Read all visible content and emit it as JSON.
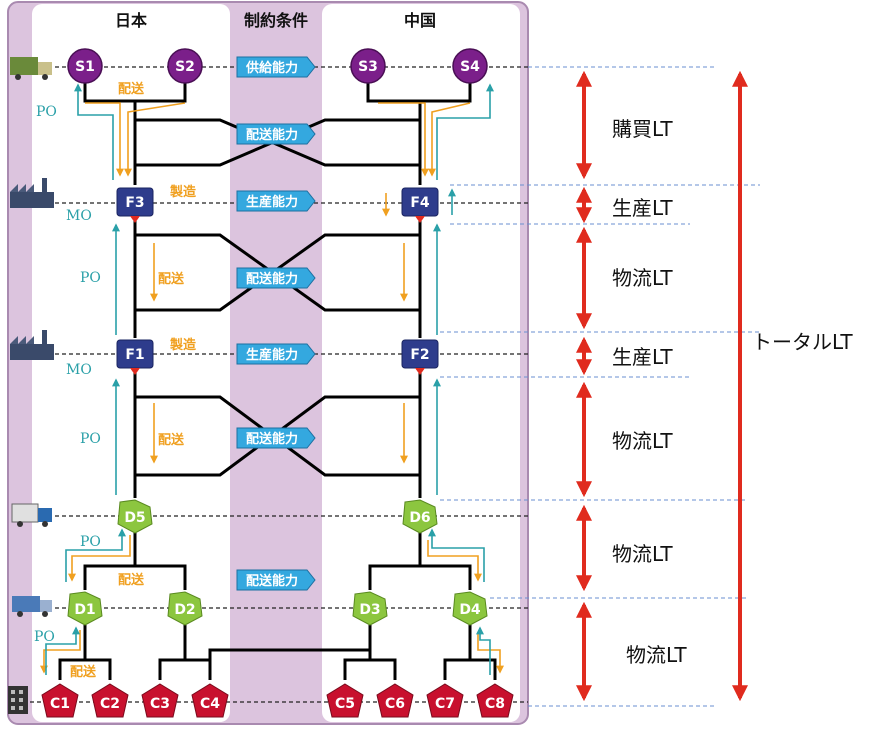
{
  "headers": {
    "japan": "日本",
    "constraint": "制約条件",
    "china": "中国"
  },
  "suppliers": [
    "S1",
    "S2",
    "S3",
    "S4"
  ],
  "factories": [
    "F3",
    "F4",
    "F1",
    "F2"
  ],
  "distribution": [
    "D5",
    "D6",
    "D1",
    "D2",
    "D3",
    "D4"
  ],
  "customers": [
    "C1",
    "C2",
    "C3",
    "C4",
    "C5",
    "C6",
    "C7",
    "C8"
  ],
  "capacities": {
    "supply": "供給能力",
    "delivery": "配送能力",
    "production": "生産能力"
  },
  "flow_labels": {
    "ship": "配送",
    "manufacture": "製造",
    "po": "PO",
    "mo": "MO"
  },
  "lead_times": {
    "purchase": "購買LT",
    "production": "生産LT",
    "logistics": "物流LT",
    "total": "トータルLT"
  },
  "colors": {
    "panel": "#dcc4de",
    "panel_border": "#a98ab0",
    "supplier": "#7b1f8a",
    "factory": "#2e3c8c",
    "distribution": "#8cc63f",
    "customer": "#c8102e",
    "capacity_box": "#34a8df",
    "orange": "#f0a020",
    "teal": "#2aa0a8",
    "red_arrow": "#e02b1e"
  },
  "icons": [
    "truck-icon",
    "factory-icon",
    "building-icon"
  ]
}
